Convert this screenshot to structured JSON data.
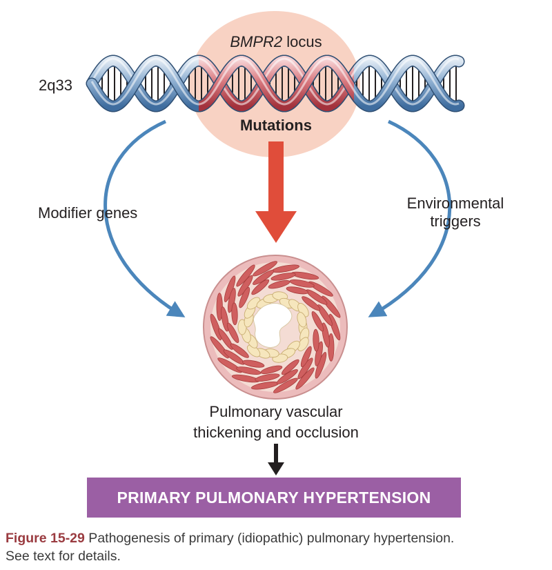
{
  "locus": {
    "gene": "BMPR2",
    "suffix": " locus"
  },
  "chromosome_band": "2q33",
  "mutations_label": "Mutations",
  "modifier_label": "Modifier genes",
  "environment_label": [
    "Environmental",
    "triggers"
  ],
  "outcome_label": [
    "Pulmonary vascular",
    "thickening and occlusion"
  ],
  "disease_banner": "PRIMARY PULMONARY HYPERTENSION",
  "caption": {
    "figure_number": "Figure 15-29",
    "text_line1": " Pathogenesis of primary (idiopathic) pulmonary hypertension.",
    "text_line2": "See text for details."
  },
  "colors": {
    "dna_blue": "#5b86b3",
    "dna_red": "#c0454f",
    "locus_highlight": "#f8d2c3",
    "red_arrow": "#e04d3a",
    "blue_arrow": "#4b86bb",
    "banner": "#9b5fa4",
    "vessel_outer": "#ecbcbc",
    "muscle": "#cf5f5f"
  }
}
